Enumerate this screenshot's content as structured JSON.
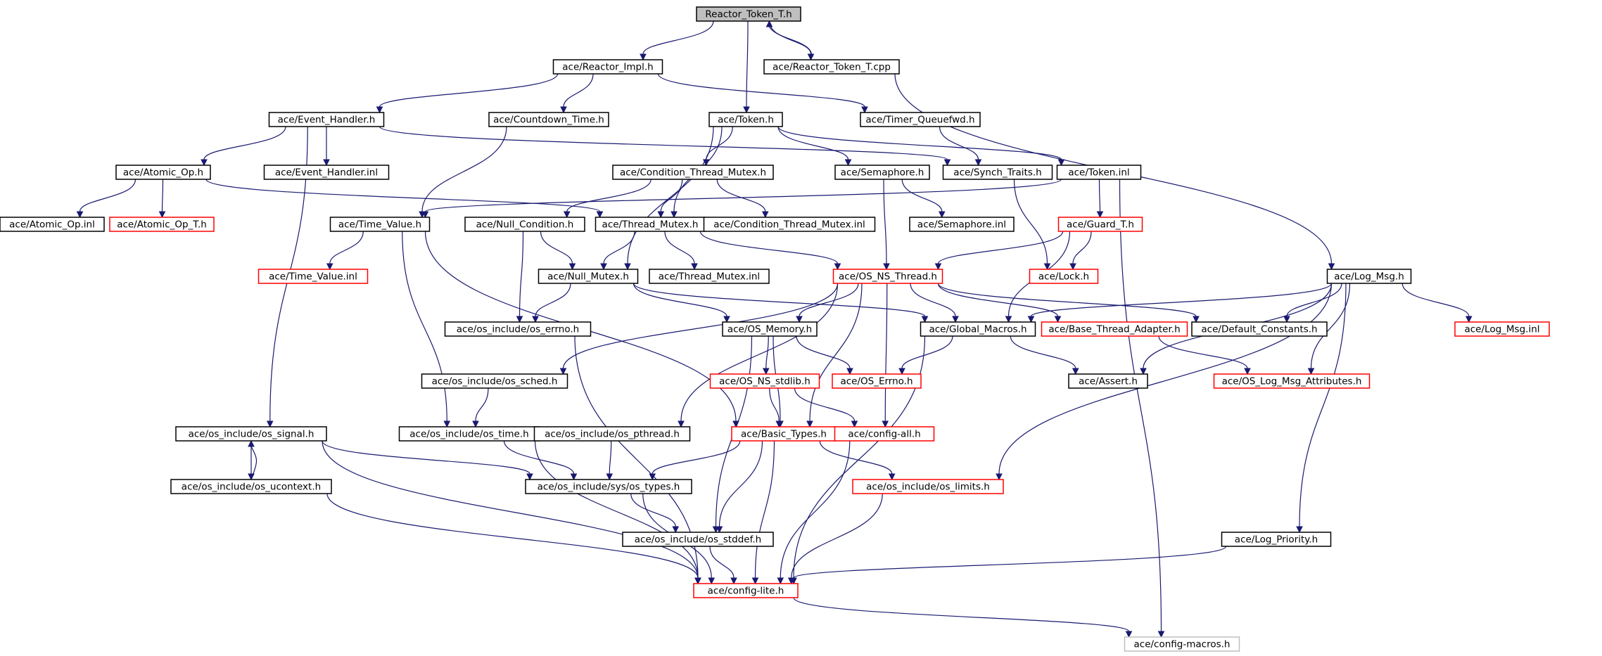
{
  "colors": {
    "edge": "#191970",
    "border_normal": "#000000",
    "border_truncated": "#ff0000",
    "border_external": "#bfbfbf",
    "root_fill": "#bfbfbf",
    "node_fill": "#ffffff"
  },
  "nodes": [
    {
      "id": "reactor_token_t_h",
      "label": "Reactor_Token_T.h",
      "style": "root"
    },
    {
      "id": "reactor_impl_h",
      "label": "ace/Reactor_Impl.h",
      "style": "normal"
    },
    {
      "id": "reactor_token_t_cpp",
      "label": "ace/Reactor_Token_T.cpp",
      "style": "normal"
    },
    {
      "id": "event_handler_h",
      "label": "ace/Event_Handler.h",
      "style": "normal"
    },
    {
      "id": "countdown_time_h",
      "label": "ace/Countdown_Time.h",
      "style": "normal"
    },
    {
      "id": "token_h",
      "label": "ace/Token.h",
      "style": "normal"
    },
    {
      "id": "timer_queuefwd_h",
      "label": "ace/Timer_Queuefwd.h",
      "style": "normal"
    },
    {
      "id": "atomic_op_h",
      "label": "ace/Atomic_Op.h",
      "style": "normal"
    },
    {
      "id": "event_handler_inl",
      "label": "ace/Event_Handler.inl",
      "style": "normal"
    },
    {
      "id": "condition_thread_mutex_h",
      "label": "ace/Condition_Thread_Mutex.h",
      "style": "normal"
    },
    {
      "id": "semaphore_h",
      "label": "ace/Semaphore.h",
      "style": "normal"
    },
    {
      "id": "synch_traits_h",
      "label": "ace/Synch_Traits.h",
      "style": "normal"
    },
    {
      "id": "token_inl",
      "label": "ace/Token.inl",
      "style": "normal"
    },
    {
      "id": "atomic_op_inl",
      "label": "ace/Atomic_Op.inl",
      "style": "normal"
    },
    {
      "id": "atomic_op_t_h",
      "label": "ace/Atomic_Op_T.h",
      "style": "truncated"
    },
    {
      "id": "time_value_h",
      "label": "ace/Time_Value.h",
      "style": "normal"
    },
    {
      "id": "null_condition_h",
      "label": "ace/Null_Condition.h",
      "style": "normal"
    },
    {
      "id": "thread_mutex_h",
      "label": "ace/Thread_Mutex.h",
      "style": "normal"
    },
    {
      "id": "condition_thread_mutex_inl",
      "label": "ace/Condition_Thread_Mutex.inl",
      "style": "normal"
    },
    {
      "id": "semaphore_inl",
      "label": "ace/Semaphore.inl",
      "style": "normal"
    },
    {
      "id": "guard_t_h",
      "label": "ace/Guard_T.h",
      "style": "truncated"
    },
    {
      "id": "time_value_inl",
      "label": "ace/Time_Value.inl",
      "style": "truncated"
    },
    {
      "id": "null_mutex_h",
      "label": "ace/Null_Mutex.h",
      "style": "normal"
    },
    {
      "id": "thread_mutex_inl",
      "label": "ace/Thread_Mutex.inl",
      "style": "normal"
    },
    {
      "id": "os_ns_thread_h",
      "label": "ace/OS_NS_Thread.h",
      "style": "truncated"
    },
    {
      "id": "lock_h",
      "label": "ace/Lock.h",
      "style": "truncated"
    },
    {
      "id": "log_msg_h",
      "label": "ace/Log_Msg.h",
      "style": "normal"
    },
    {
      "id": "os_errno_h",
      "label": "ace/os_include/os_errno.h",
      "style": "normal"
    },
    {
      "id": "os_memory_h",
      "label": "ace/OS_Memory.h",
      "style": "normal"
    },
    {
      "id": "global_macros_h",
      "label": "ace/Global_Macros.h",
      "style": "normal"
    },
    {
      "id": "base_thread_adapter_h",
      "label": "ace/Base_Thread_Adapter.h",
      "style": "truncated"
    },
    {
      "id": "default_constants_h",
      "label": "ace/Default_Constants.h",
      "style": "normal"
    },
    {
      "id": "log_msg_inl",
      "label": "ace/Log_Msg.inl",
      "style": "truncated"
    },
    {
      "id": "os_sched_h",
      "label": "ace/os_include/os_sched.h",
      "style": "normal"
    },
    {
      "id": "os_ns_stdlib_h",
      "label": "ace/OS_NS_stdlib.h",
      "style": "truncated"
    },
    {
      "id": "os_errno_ace_h",
      "label": "ace/OS_Errno.h",
      "style": "truncated"
    },
    {
      "id": "assert_h",
      "label": "ace/Assert.h",
      "style": "normal"
    },
    {
      "id": "os_log_msg_attributes_h",
      "label": "ace/OS_Log_Msg_Attributes.h",
      "style": "truncated"
    },
    {
      "id": "os_signal_h",
      "label": "ace/os_include/os_signal.h",
      "style": "normal"
    },
    {
      "id": "os_time_h",
      "label": "ace/os_include/os_time.h",
      "style": "normal"
    },
    {
      "id": "os_pthread_h",
      "label": "ace/os_include/os_pthread.h",
      "style": "normal"
    },
    {
      "id": "basic_types_h",
      "label": "ace/Basic_Types.h",
      "style": "truncated"
    },
    {
      "id": "config_all_h",
      "label": "ace/config-all.h",
      "style": "truncated"
    },
    {
      "id": "os_ucontext_h",
      "label": "ace/os_include/os_ucontext.h",
      "style": "normal"
    },
    {
      "id": "sys_os_types_h",
      "label": "ace/os_include/sys/os_types.h",
      "style": "normal"
    },
    {
      "id": "os_limits_h",
      "label": "ace/os_include/os_limits.h",
      "style": "truncated"
    },
    {
      "id": "os_stddef_h",
      "label": "ace/os_include/os_stddef.h",
      "style": "normal"
    },
    {
      "id": "log_priority_h",
      "label": "ace/Log_Priority.h",
      "style": "normal"
    },
    {
      "id": "config_lite_h",
      "label": "ace/config-lite.h",
      "style": "truncated"
    },
    {
      "id": "config_macros_h",
      "label": "ace/config-macros.h",
      "style": "external"
    }
  ],
  "edges": [
    [
      "reactor_token_t_h",
      "reactor_impl_h"
    ],
    [
      "reactor_token_t_h",
      "token_h"
    ],
    [
      "reactor_token_t_h",
      "reactor_token_t_cpp"
    ],
    [
      "reactor_token_t_cpp",
      "reactor_token_t_h"
    ],
    [
      "reactor_token_t_cpp",
      "log_msg_h"
    ],
    [
      "reactor_impl_h",
      "event_handler_h"
    ],
    [
      "reactor_impl_h",
      "countdown_time_h"
    ],
    [
      "reactor_impl_h",
      "timer_queuefwd_h"
    ],
    [
      "event_handler_h",
      "atomic_op_h"
    ],
    [
      "event_handler_h",
      "event_handler_inl"
    ],
    [
      "event_handler_h",
      "synch_traits_h"
    ],
    [
      "event_handler_h",
      "os_signal_h"
    ],
    [
      "countdown_time_h",
      "time_value_h"
    ],
    [
      "timer_queuefwd_h",
      "synch_traits_h"
    ],
    [
      "token_h",
      "condition_thread_mutex_h"
    ],
    [
      "token_h",
      "semaphore_h"
    ],
    [
      "token_h",
      "token_inl"
    ],
    [
      "token_h",
      "thread_mutex_h"
    ],
    [
      "token_h",
      "null_mutex_h"
    ],
    [
      "atomic_op_h",
      "atomic_op_inl"
    ],
    [
      "atomic_op_h",
      "atomic_op_t_h"
    ],
    [
      "atomic_op_h",
      "thread_mutex_h"
    ],
    [
      "condition_thread_mutex_h",
      "null_condition_h"
    ],
    [
      "condition_thread_mutex_h",
      "thread_mutex_h"
    ],
    [
      "condition_thread_mutex_h",
      "condition_thread_mutex_inl"
    ],
    [
      "semaphore_h",
      "semaphore_inl"
    ],
    [
      "semaphore_h",
      "os_ns_thread_h"
    ],
    [
      "synch_traits_h",
      "lock_h"
    ],
    [
      "token_inl",
      "guard_t_h"
    ],
    [
      "token_inl",
      "time_value_h"
    ],
    [
      "token_inl",
      "config_macros_h"
    ],
    [
      "time_value_h",
      "time_value_inl"
    ],
    [
      "time_value_h",
      "os_time_h"
    ],
    [
      "time_value_h",
      "basic_types_h"
    ],
    [
      "null_condition_h",
      "null_mutex_h"
    ],
    [
      "null_condition_h",
      "os_errno_h"
    ],
    [
      "thread_mutex_h",
      "null_mutex_h"
    ],
    [
      "thread_mutex_h",
      "thread_mutex_inl"
    ],
    [
      "thread_mutex_h",
      "os_ns_thread_h"
    ],
    [
      "guard_t_h",
      "lock_h"
    ],
    [
      "guard_t_h",
      "os_ns_thread_h"
    ],
    [
      "guard_t_h",
      "global_macros_h"
    ],
    [
      "null_mutex_h",
      "os_errno_h"
    ],
    [
      "null_mutex_h",
      "os_memory_h"
    ],
    [
      "null_mutex_h",
      "global_macros_h"
    ],
    [
      "os_ns_thread_h",
      "os_memory_h"
    ],
    [
      "os_ns_thread_h",
      "global_macros_h"
    ],
    [
      "os_ns_thread_h",
      "base_thread_adapter_h"
    ],
    [
      "os_ns_thread_h",
      "default_constants_h"
    ],
    [
      "os_ns_thread_h",
      "os_sched_h"
    ],
    [
      "os_ns_thread_h",
      "os_pthread_h"
    ],
    [
      "os_ns_thread_h",
      "basic_types_h"
    ],
    [
      "os_ns_thread_h",
      "config_all_h"
    ],
    [
      "log_msg_h",
      "global_macros_h"
    ],
    [
      "log_msg_h",
      "default_constants_h"
    ],
    [
      "log_msg_h",
      "log_msg_inl"
    ],
    [
      "log_msg_h",
      "assert_h"
    ],
    [
      "log_msg_h",
      "os_log_msg_attributes_h"
    ],
    [
      "log_msg_h",
      "os_limits_h"
    ],
    [
      "log_msg_h",
      "log_priority_h"
    ],
    [
      "os_errno_h",
      "config_lite_h"
    ],
    [
      "os_memory_h",
      "os_ns_stdlib_h"
    ],
    [
      "os_memory_h",
      "os_errno_ace_h"
    ],
    [
      "os_memory_h",
      "basic_types_h"
    ],
    [
      "os_memory_h",
      "os_stddef_h"
    ],
    [
      "global_macros_h",
      "os_errno_ace_h"
    ],
    [
      "global_macros_h",
      "assert_h"
    ],
    [
      "global_macros_h",
      "config_lite_h"
    ],
    [
      "base_thread_adapter_h",
      "os_log_msg_attributes_h"
    ],
    [
      "os_sched_h",
      "os_time_h"
    ],
    [
      "os_ns_stdlib_h",
      "basic_types_h"
    ],
    [
      "os_ns_stdlib_h",
      "config_all_h"
    ],
    [
      "os_signal_h",
      "os_ucontext_h"
    ],
    [
      "os_signal_h",
      "sys_os_types_h"
    ],
    [
      "os_signal_h",
      "config_lite_h"
    ],
    [
      "os_ucontext_h",
      "os_signal_h"
    ],
    [
      "os_ucontext_h",
      "config_lite_h"
    ],
    [
      "os_time_h",
      "sys_os_types_h"
    ],
    [
      "os_time_h",
      "config_lite_h"
    ],
    [
      "os_pthread_h",
      "sys_os_types_h"
    ],
    [
      "basic_types_h",
      "sys_os_types_h"
    ],
    [
      "basic_types_h",
      "os_limits_h"
    ],
    [
      "basic_types_h",
      "os_stddef_h"
    ],
    [
      "basic_types_h",
      "config_lite_h"
    ],
    [
      "config_all_h",
      "config_lite_h"
    ],
    [
      "sys_os_types_h",
      "os_stddef_h"
    ],
    [
      "sys_os_types_h",
      "config_lite_h"
    ],
    [
      "os_limits_h",
      "config_lite_h"
    ],
    [
      "os_stddef_h",
      "config_lite_h"
    ],
    [
      "log_priority_h",
      "config_lite_h"
    ],
    [
      "config_lite_h",
      "config_macros_h"
    ]
  ]
}
